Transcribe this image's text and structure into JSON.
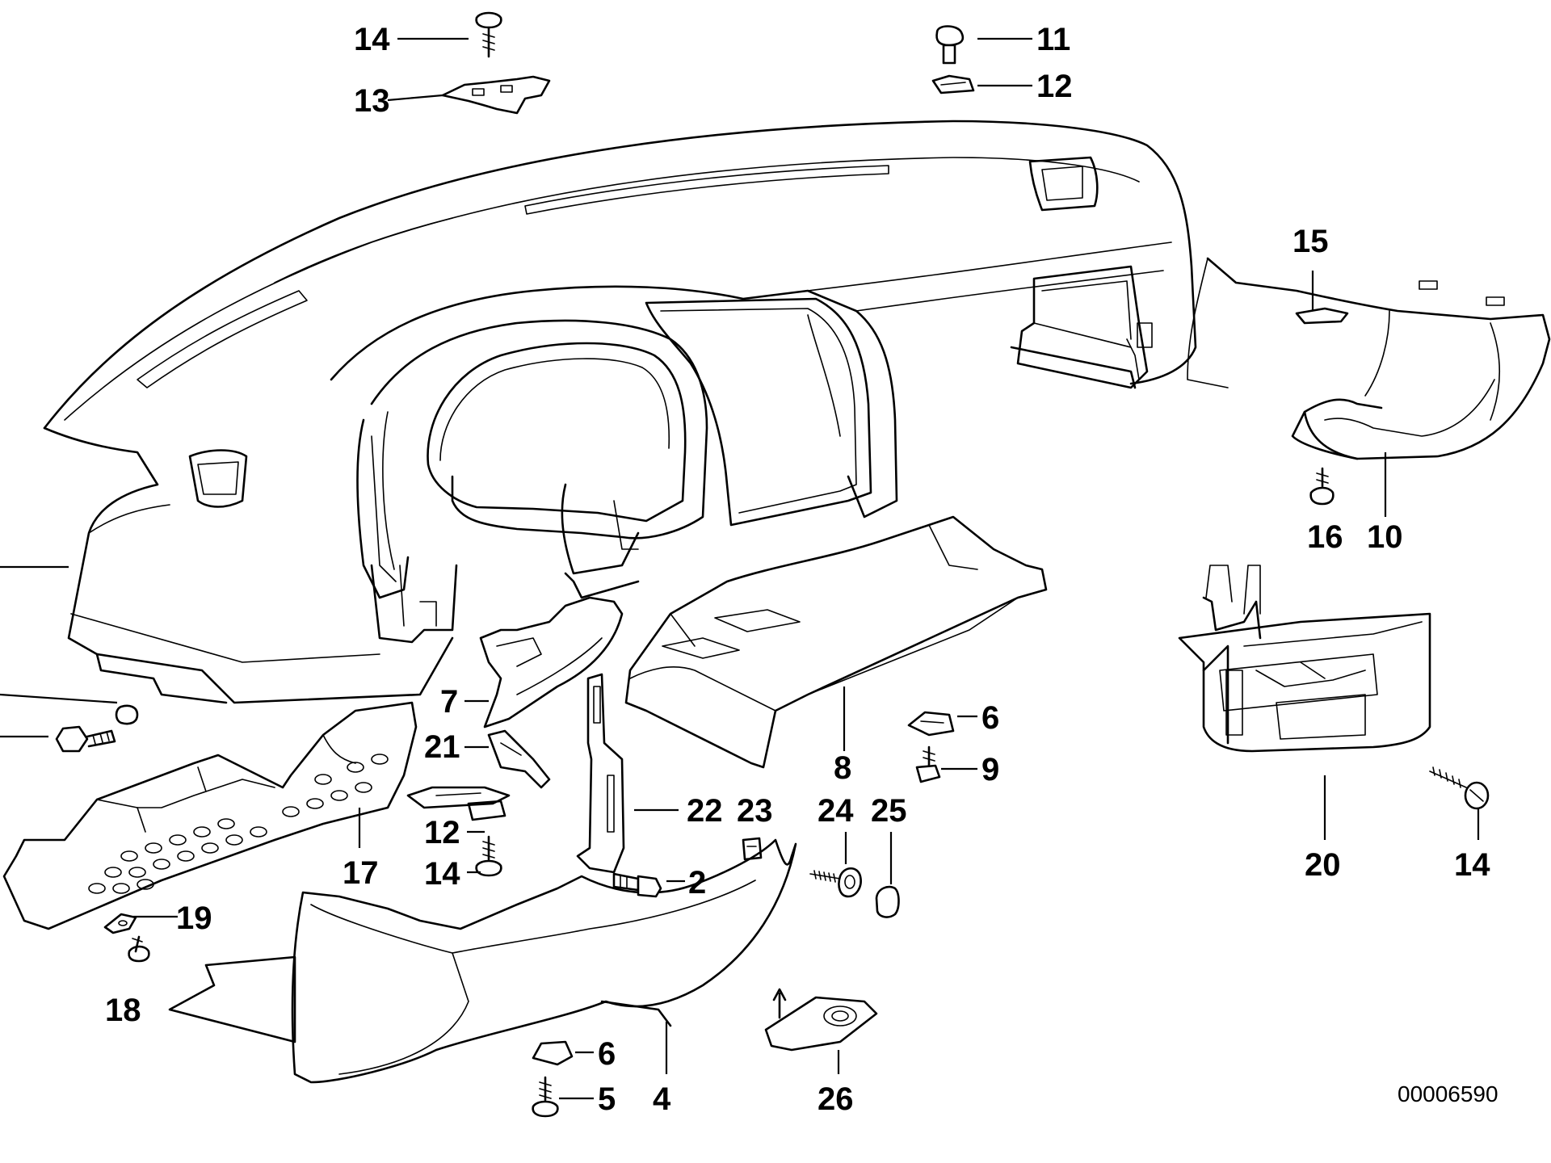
{
  "diagram": {
    "document_number": "00006590",
    "callouts": {
      "c14_top": "14",
      "c13": "13",
      "c11": "11",
      "c12_top": "12",
      "c15": "15",
      "c16": "16",
      "c10": "10",
      "c7": "7",
      "c21": "21",
      "c12_mid": "12",
      "c14_mid": "14",
      "c22": "22",
      "c23": "23",
      "c24": "24",
      "c25": "25",
      "c2": "2",
      "c8": "8",
      "c6_mid": "6",
      "c9": "9",
      "c17": "17",
      "c19": "19",
      "c18": "18",
      "c20": "20",
      "c14_right": "14",
      "c6_bottom": "6",
      "c5": "5",
      "c4": "4",
      "c26": "26"
    }
  }
}
